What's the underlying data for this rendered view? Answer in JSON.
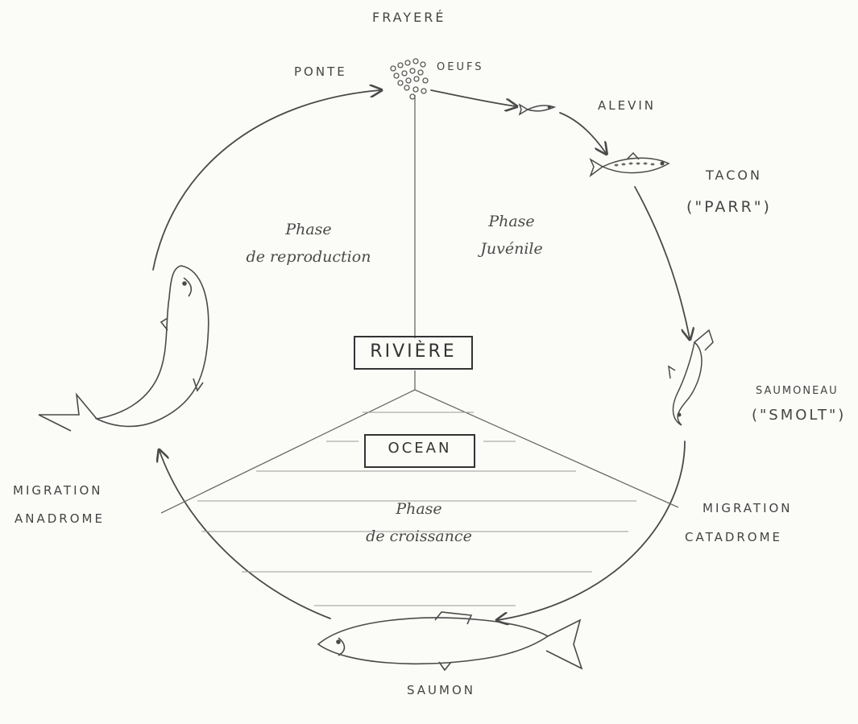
{
  "labels": {
    "frayere": "FRAYERÉ",
    "ponte": "PONTE",
    "oeufs": "OEUFS",
    "alevin": "ALEVIN",
    "tacon": "TACON",
    "parr": "(\"PARR\")",
    "saumoneau": "SAUMONEAU",
    "smolt": "(\"SMOLT\")",
    "migration_catadrome_1": "MIGRATION",
    "migration_catadrome_2": "CATADROME",
    "migration_anadrome_1": "MIGRATION",
    "migration_anadrome_2": "ANADROME",
    "saumon": "SAUMON"
  },
  "phases": {
    "reproduction_1": "Phase",
    "reproduction_2": "de reproduction",
    "juvenile_1": "Phase",
    "juvenile_2": "Juvénile",
    "croissance_1": "Phase",
    "croissance_2": "de croissance"
  },
  "boxes": {
    "riviere": "RIVIÈRE",
    "ocean": "OCEAN"
  },
  "colors": {
    "ink": "#4a4a4a",
    "paper": "#fbfbf8"
  }
}
